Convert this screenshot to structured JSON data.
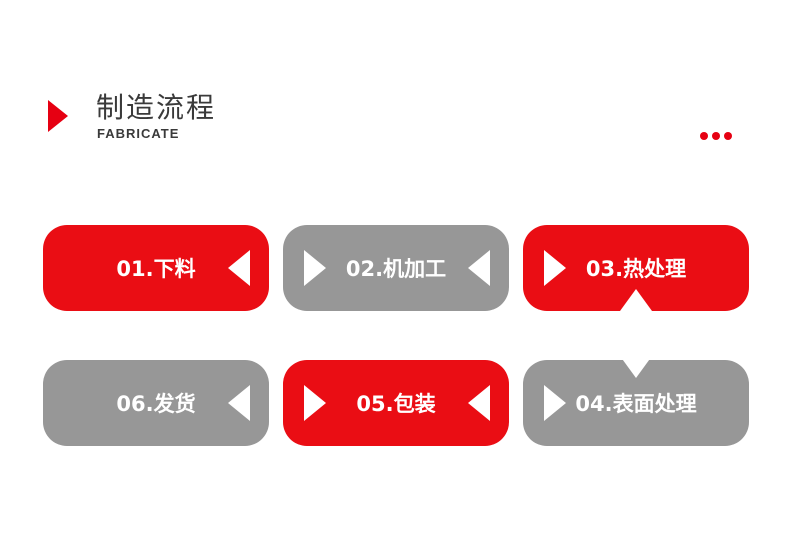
{
  "header": {
    "title": "制造流程",
    "subtitle": "FABRICATE"
  },
  "steps": [
    {
      "label": "01.下料",
      "color": "#ea0d14"
    },
    {
      "label": "02.机加工",
      "color": "#979797"
    },
    {
      "label": "03.热处理",
      "color": "#ea0d14"
    },
    {
      "label": "04.表面处理",
      "color": "#979797"
    },
    {
      "label": "05.包装",
      "color": "#ea0d14"
    },
    {
      "label": "06.发货",
      "color": "#979797"
    }
  ],
  "colors": {
    "accent": "#e60012",
    "gray": "#979797",
    "text": "#3a3a3a"
  }
}
